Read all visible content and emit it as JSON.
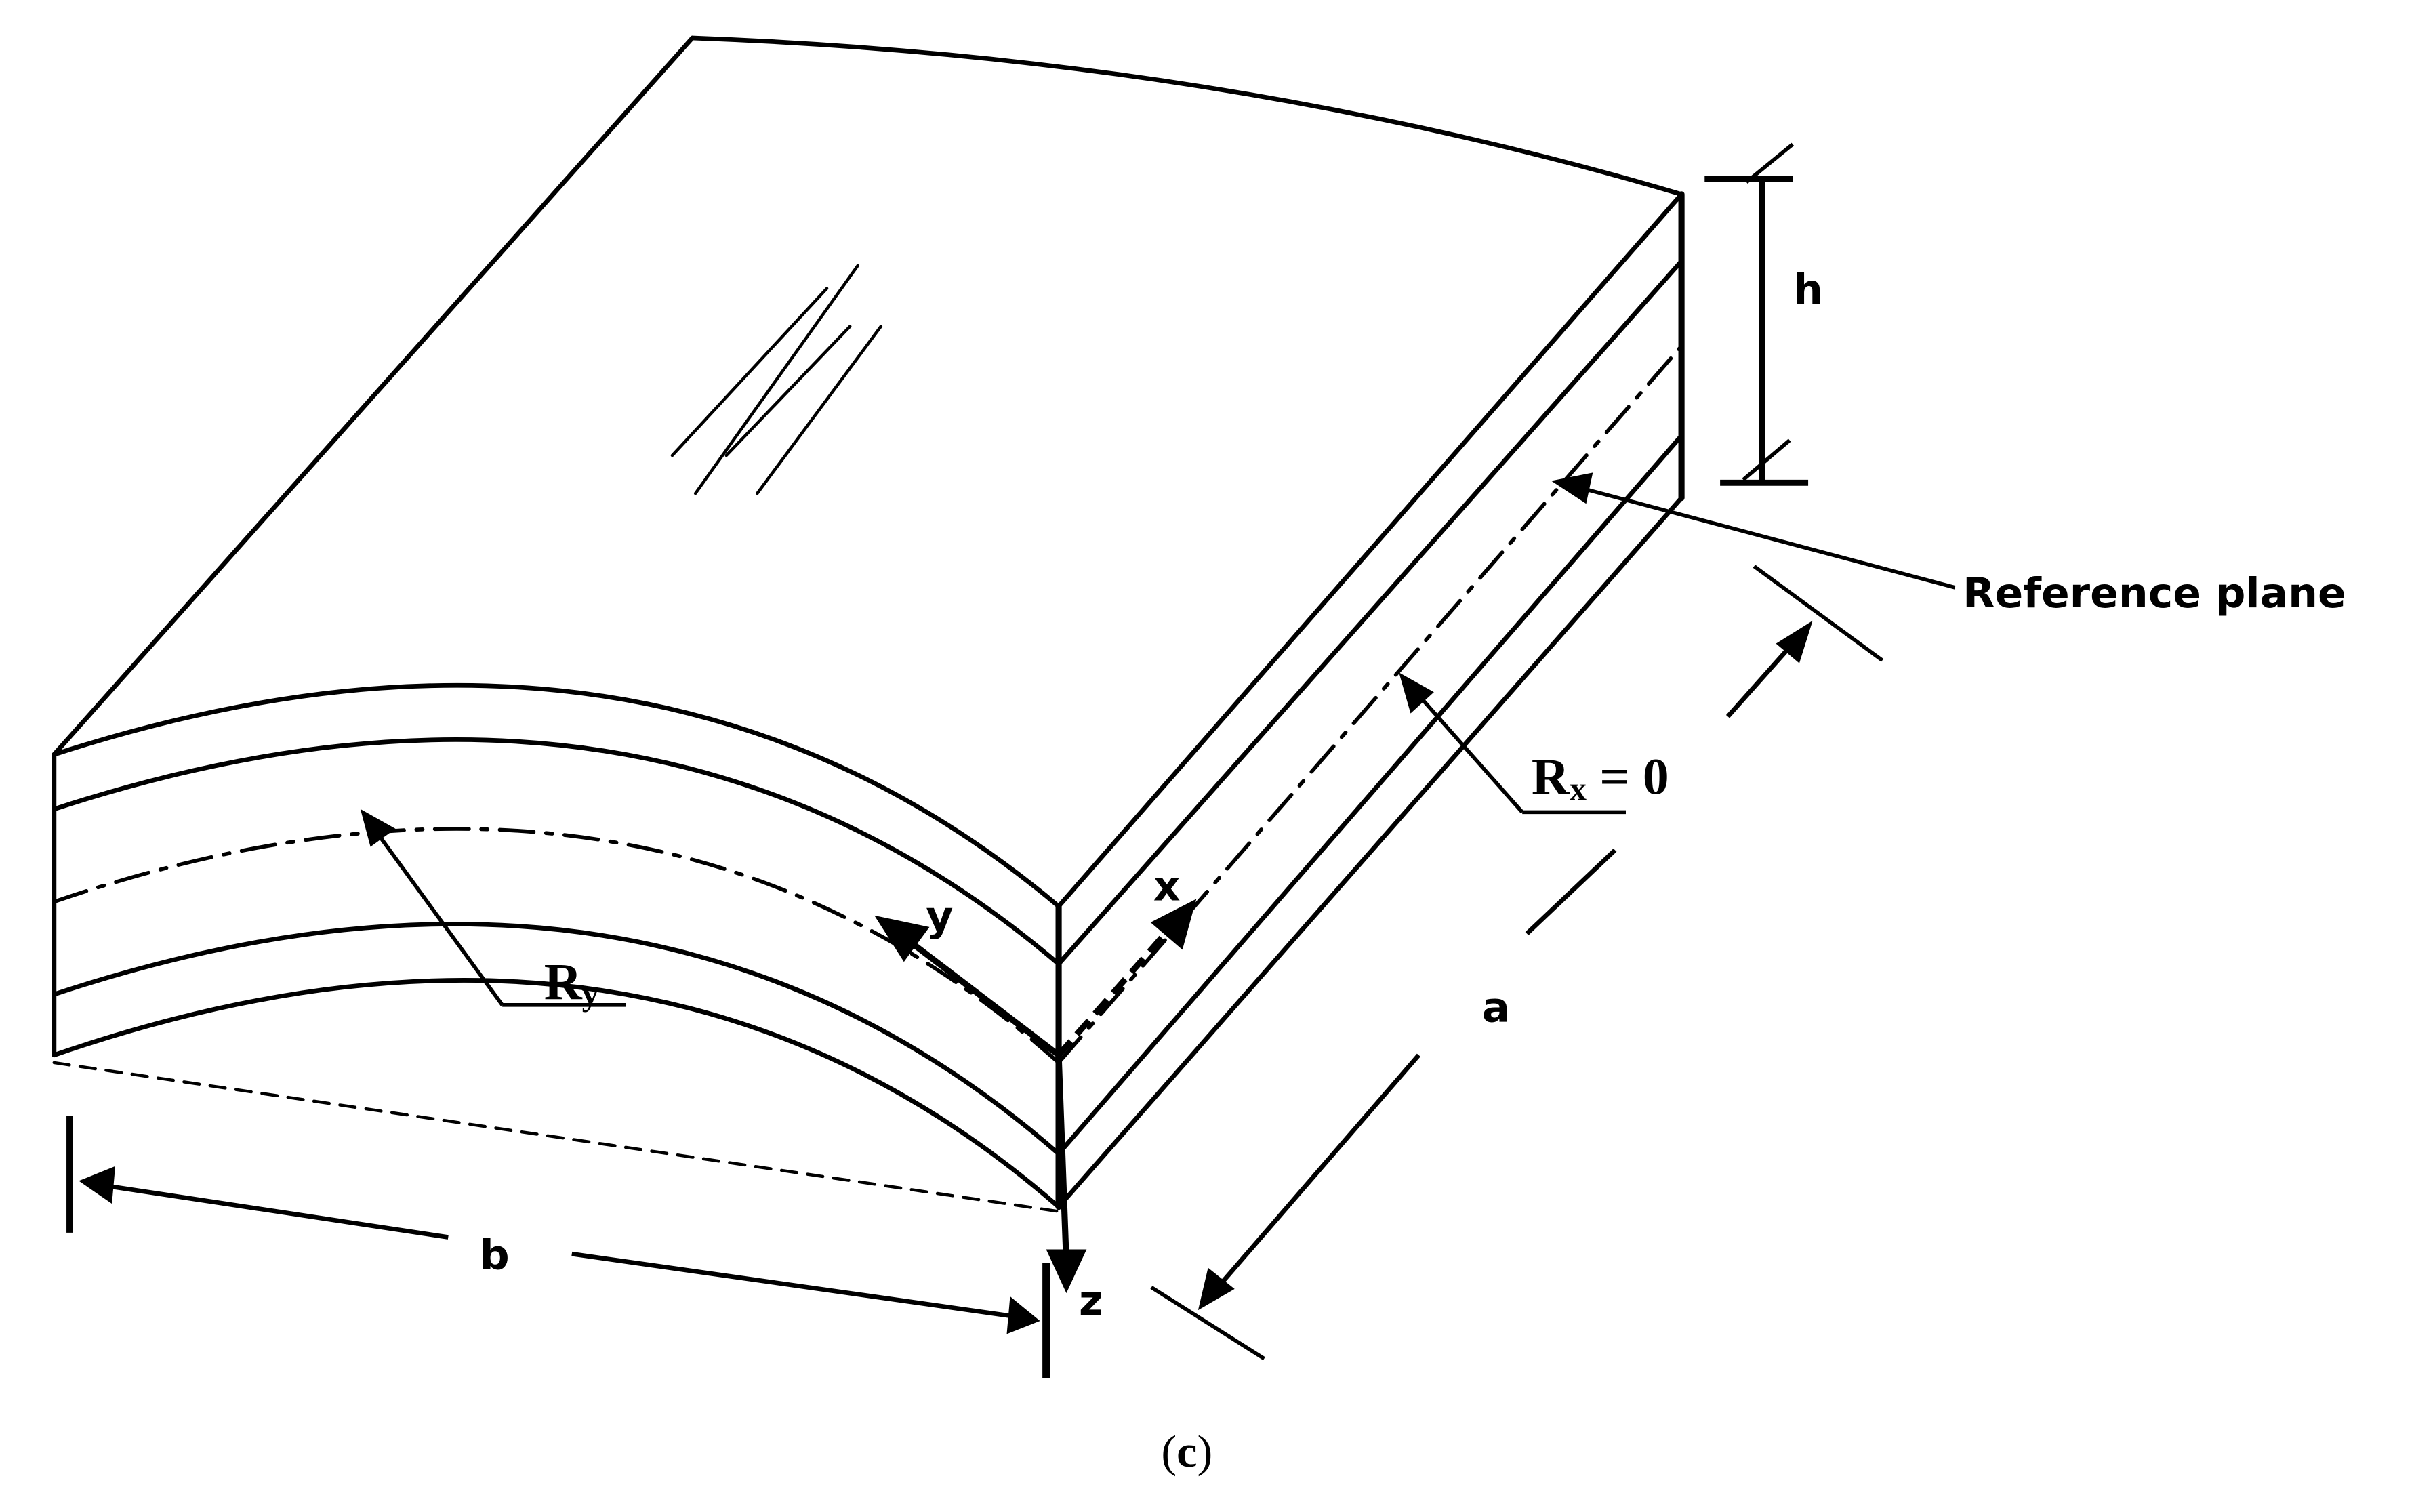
{
  "figure": {
    "caption_open": "(",
    "caption_letter": "c",
    "caption_close": ")"
  },
  "labels": {
    "h": "h",
    "a": "a",
    "b": "b",
    "x": "x",
    "y": "y",
    "z": "z",
    "rx_main": "R",
    "rx_sub": "x",
    "rx_tail": " = 0",
    "ry_main": "R",
    "ry_sub": "y",
    "reference_plane": "Reference plane"
  }
}
